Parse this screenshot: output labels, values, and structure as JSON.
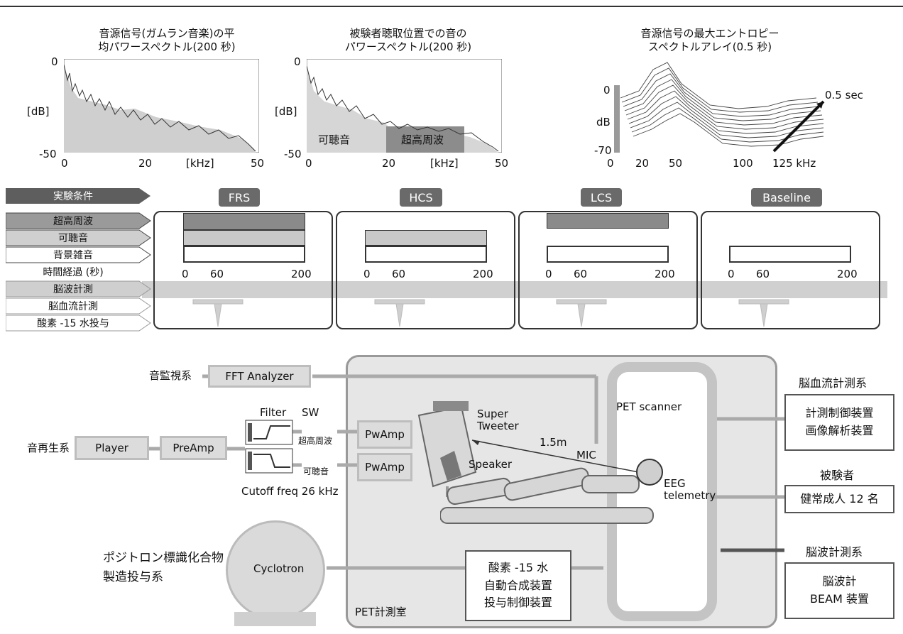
{
  "top_charts": {
    "chart1": {
      "title_line1": "音源信号(ガムラン音楽)の平",
      "title_line2": "均パワースペクトル(200 秒)",
      "y_top": "0",
      "y_bottom": "-50",
      "y_unit": "[dB]",
      "x_ticks": [
        "0",
        "20",
        "[kHz]",
        "50"
      ]
    },
    "chart2": {
      "title_line1": "被験者聴取位置での音の",
      "title_line2": "パワースペクトル(200 秒)",
      "y_top": "0",
      "y_bottom": "-50",
      "y_unit": "[dB]",
      "x_ticks": [
        "0",
        "20",
        "[kHz]",
        "50"
      ],
      "region_audible": "可聴音",
      "region_hyper": "超高周波"
    },
    "chart3": {
      "title_line1": "音源信号の最大エントロピー",
      "title_line2": "スペクトルアレイ(0.5 秒)",
      "y_top": "0",
      "y_unit": "dB",
      "y_bottom": "-70",
      "x_ticks": [
        "0",
        "20",
        "50",
        "100",
        "125 kHz"
      ],
      "time_label": "0.5 sec"
    }
  },
  "row_labels": {
    "condition": "実験条件",
    "hyper": "超高周波",
    "audible": "可聴音",
    "background": "背景雑音",
    "time": "時間経過 (秒)",
    "eeg": "脳波計測",
    "cbf": "脳血流計測",
    "oxygen": "酸素 -15 水投与"
  },
  "conditions": [
    {
      "name": "FRS",
      "t0": "0",
      "t60": "60",
      "t200": "200"
    },
    {
      "name": "HCS",
      "t0": "0",
      "t60": "60",
      "t200": "200"
    },
    {
      "name": "LCS",
      "t0": "0",
      "t60": "60",
      "t200": "200"
    },
    {
      "name": "Baseline",
      "t0": "0",
      "t60": "60",
      "t200": "200"
    }
  ],
  "diagram": {
    "sound_monitor": "音監視系",
    "fft": "FFT Analyzer",
    "filter": "Filter",
    "sw": "SW",
    "hyper_path": "超高周波",
    "audible_path": "可聴音",
    "sound_system": "音再生系",
    "player": "Player",
    "preamp": "PreAmp",
    "pwamp1": "PwAmp",
    "pwamp2": "PwAmp",
    "cutoff": "Cutoff freq 26 kHz",
    "super_tweeter_1": "Super",
    "super_tweeter_2": "Tweeter",
    "speaker": "Speaker",
    "distance": "1.5m",
    "mic": "MIC",
    "pet_scanner": "PET scanner",
    "eeg_1": "EEG",
    "eeg_2": "telemetry",
    "pet_room": "PET計測室",
    "cyclotron": "Cyclotron",
    "positron_1": "ポジトロン標識化合物",
    "positron_2": "製造投与系",
    "oxygen_1": "酸素 -15 水",
    "oxygen_2": "自動合成装置",
    "oxygen_3": "投与制御装置",
    "cbf_system": "脳血流計測系",
    "cbf_1": "計測制御装置",
    "cbf_2": "画像解析装置",
    "subject": "被験者",
    "subject_detail": "健常成人 12 名",
    "eeg_system": "脳波計測系",
    "eeg_dev_1": "脳波計",
    "eeg_dev_2": "BEAM 装置"
  }
}
